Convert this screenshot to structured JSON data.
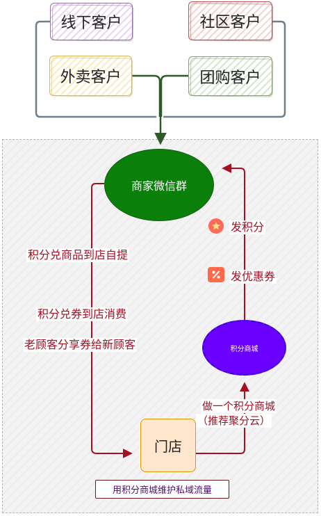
{
  "customers": {
    "offline": "线下客户",
    "community": "社区客户",
    "takeout": "外卖客户",
    "group_buy": "团购客户"
  },
  "nodes": {
    "wechat_group": "商家微信群",
    "points_mall": "积分商城",
    "store": "门店"
  },
  "labels": {
    "redeem_pickup": "积分兑商品到店自提",
    "redeem_coupon": "积分兑券到店消费",
    "share_coupon": "老顾客分享券给新顾客",
    "issue_points": "发积分",
    "issue_coupons": "发优惠券",
    "build_mall_line1": "做一个积分商城",
    "build_mall_line2": "（推荐聚分云）"
  },
  "footer": "用积分商城维护私域流量",
  "icons": {
    "points": "star-badge-icon",
    "coupon": "coupon-percent-icon"
  },
  "colors": {
    "wechat_group": "#0a7f0a",
    "points_mall": "#6a00ff",
    "store": "#ffe6cc",
    "flow_arrow": "#a50f22",
    "merge_connector": "#6b7f8c",
    "merge_arrow": "#2d5a27"
  }
}
